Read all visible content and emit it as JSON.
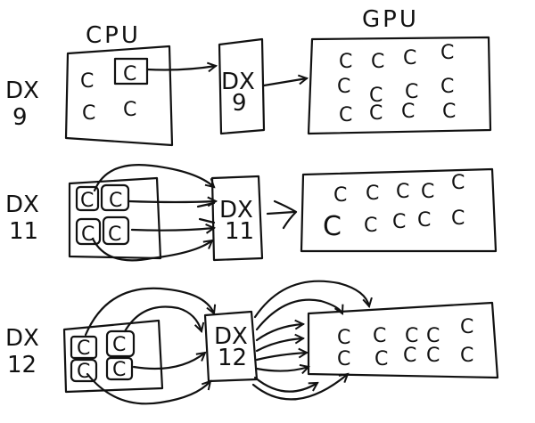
{
  "diagram": {
    "title": "DirectX 9 vs 11 vs 12 CPU/GPU submission",
    "headers": {
      "cpu": "CPU",
      "gpu": "GPU"
    },
    "core_glyph": "C",
    "rows": [
      {
        "id": "dx9",
        "label_line1": "DX",
        "label_line2": "9",
        "api_line1": "DX",
        "api_line2": "9",
        "cpu_cores": 4,
        "cpu_cores_submitting": 1,
        "gpu_cores": 12,
        "gpu_submission_arrows": 1
      },
      {
        "id": "dx11",
        "label_line1": "DX",
        "label_line2": "11",
        "api_line1": "DX",
        "api_line2": "11",
        "cpu_cores": 4,
        "cpu_cores_submitting": 4,
        "gpu_cores": 10,
        "gpu_submission_arrows": 1
      },
      {
        "id": "dx12",
        "label_line1": "DX",
        "label_line2": "12",
        "api_line1": "DX",
        "api_line2": "12",
        "cpu_cores": 4,
        "cpu_cores_submitting": 4,
        "gpu_cores": 10,
        "gpu_submission_arrows": "many"
      }
    ]
  }
}
